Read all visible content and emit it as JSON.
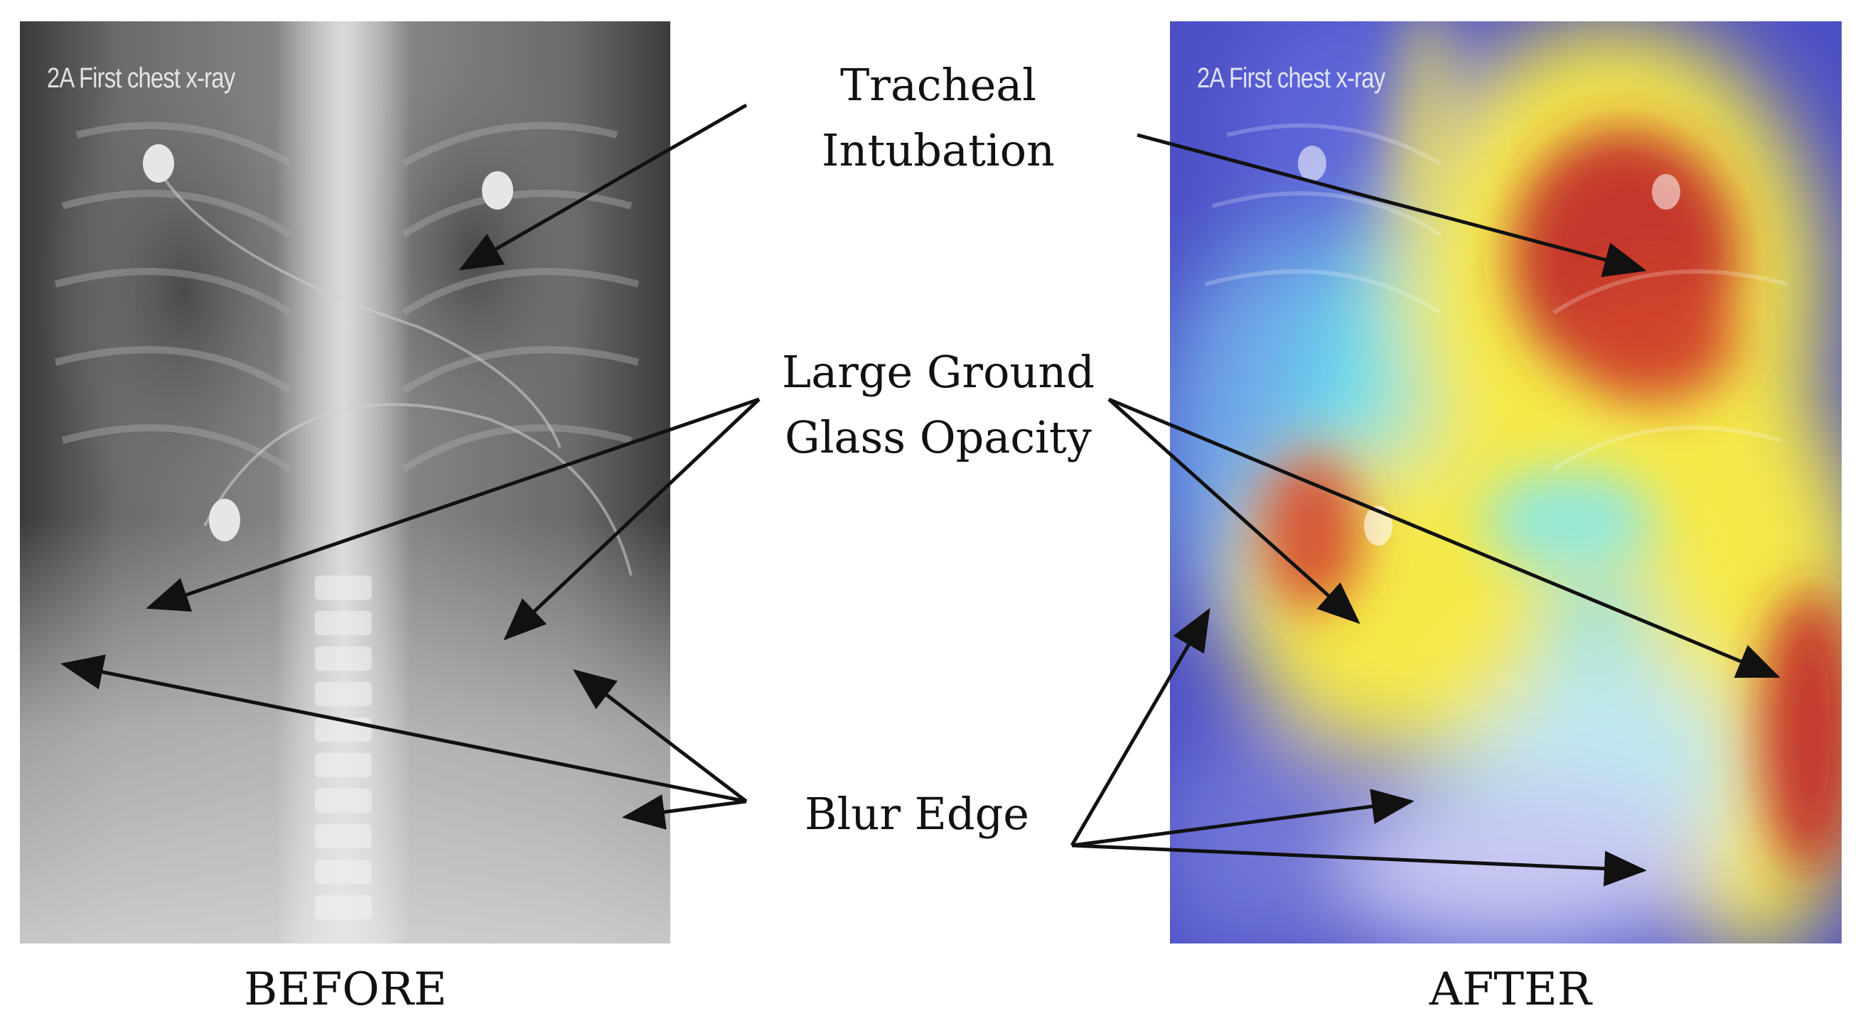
{
  "panels": {
    "before": {
      "xray_label": "2A First chest x-ray",
      "caption": "BEFORE"
    },
    "after": {
      "xray_label": "2A First chest x-ray",
      "caption": "AFTER"
    }
  },
  "annotations": {
    "tracheal": {
      "line1": "Tracheal",
      "line2": "Intubation"
    },
    "ground_glass": {
      "line1": "Large Ground",
      "line2": "Glass Opacity"
    },
    "blur_edge": {
      "label": "Blur Edge"
    }
  },
  "colors": {
    "arrow": "#111111",
    "heat_high": "#c0242a",
    "heat_mid": "#f5e94a",
    "heat_low": "#3a3fd0",
    "heat_cool": "#5fe0f0"
  }
}
